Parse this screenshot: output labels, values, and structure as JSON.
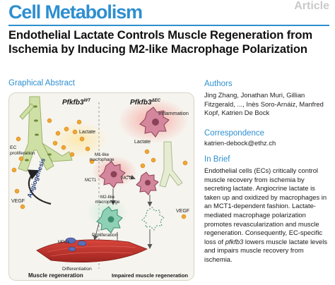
{
  "header": {
    "journal": "Cell Metabolism",
    "article_type": "Article"
  },
  "title": "Endothelial Lactate Controls Muscle Regeneration from Ischemia by Inducing M2-like Macrophage Polarization",
  "graphical_abstract": {
    "heading": "Graphical Abstract",
    "labels": {
      "wt": "Pfkfb3",
      "wt_sup": "WT",
      "ko": "Pfkfb3",
      "ko_sup": "ΔEC",
      "inflammation": "Inflammation",
      "ec_proliferation": "EC\nproliferation",
      "lactate_left": "Lactate",
      "lactate_right": "Lactate",
      "m1": "M1-like\nmacrophage",
      "mct1_left": "MCT1",
      "mct1_right": "MCT1",
      "angiogenesis": "Angiogenesis",
      "vegf_left": "VEGF",
      "vegf_right": "VEGF",
      "m2": "M2-like\nmacrophage",
      "proliferation": "Proliferation",
      "mpcs": "MPCs",
      "differentiation": "Differentiation",
      "muscle_regen": "Muscle regeneration",
      "impaired_regen": "Impaired muscle regeneration"
    },
    "colors": {
      "vessel": "#cfe0a6",
      "lactate": "#f2a531",
      "macrophage_m1": "#d4869c",
      "macrophage_m2": "#8fd1b6",
      "muscle": "#c8352f",
      "inflammation_glow": "#f7b4ae",
      "panel_bg": "#f6f4ee"
    }
  },
  "authors": {
    "heading": "Authors",
    "text": "Jing Zhang, Jonathan Muri, Gillian Fitzgerald, ..., Inès Soro-Arnáiz, Manfred Kopf, Katrien De Bock"
  },
  "correspondence": {
    "heading": "Correspondence",
    "email": "katrien-debock@ethz.ch"
  },
  "in_brief": {
    "heading": "In Brief",
    "text_before": "Endothelial cells (ECs) critically control muscle recovery from ischemia by secreting lactate. Angiocrine lactate is taken up and oxidized by macrophages in an MCT1-dependent fashion. Lactate-mediated macrophage polarization promotes revascularization and muscle regeneration. Consequently, EC-specific loss of ",
    "gene": "pfkfb3",
    "text_after": " lowers muscle lactate levels and impairs muscle recovery from ischemia."
  }
}
